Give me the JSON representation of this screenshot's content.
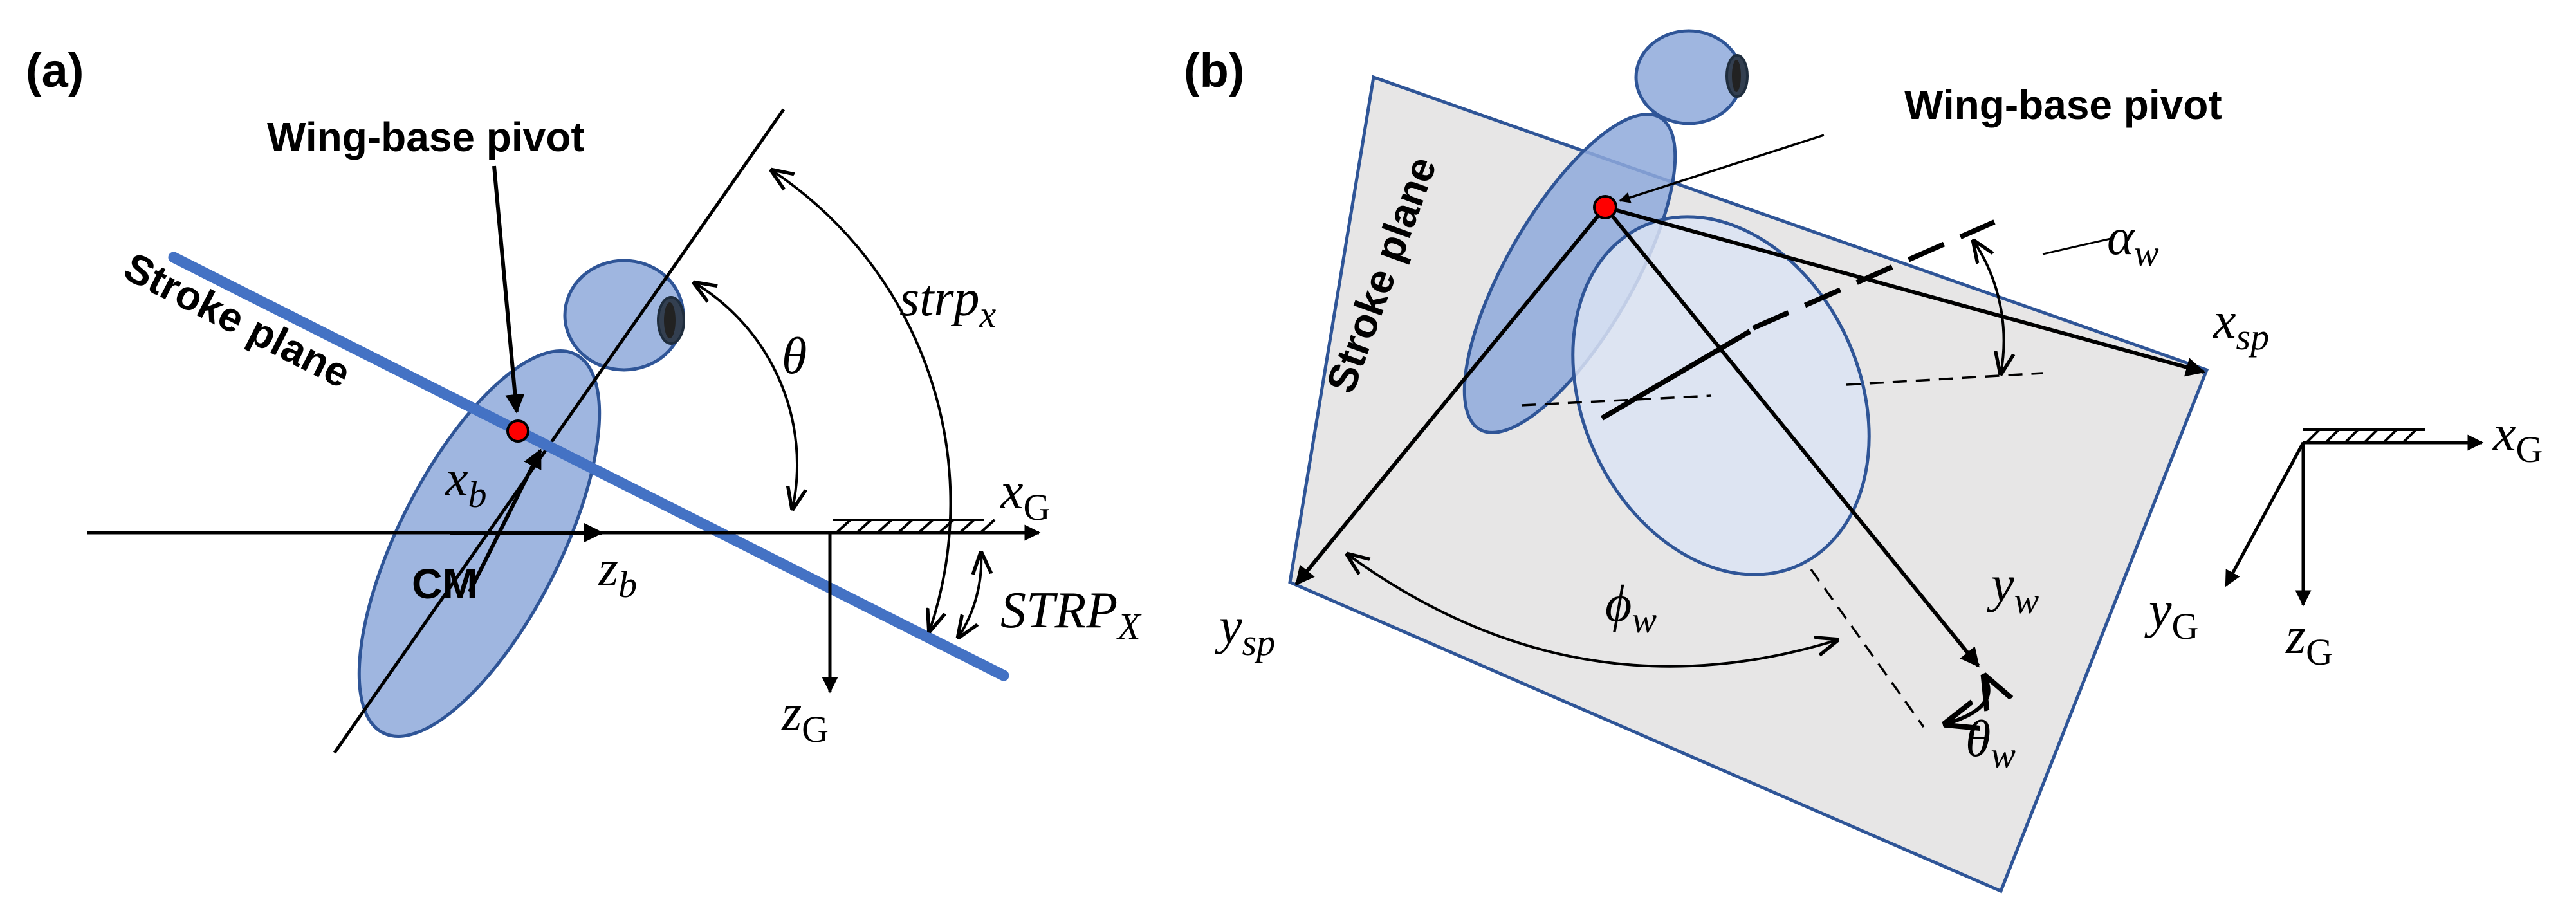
{
  "panels": {
    "a": {
      "label": "(a)",
      "wing_base_pivot": "Wing-base pivot",
      "stroke_plane": "Stroke plane",
      "cm": "CM",
      "theta": "θ",
      "strp_x": {
        "base": "strp",
        "sub": "x"
      },
      "STRP_X": {
        "base": "STRP",
        "sub": "X"
      },
      "x_b": {
        "base": "x",
        "sub": "b"
      },
      "z_b": {
        "base": "z",
        "sub": "b"
      },
      "x_G": {
        "base": "x",
        "sub": "G"
      },
      "z_G": {
        "base": "z",
        "sub": "G"
      }
    },
    "b": {
      "label": "(b)",
      "wing_base_pivot": "Wing-base pivot",
      "stroke_plane": "Stroke plane",
      "alpha_w": {
        "base": "α",
        "sub": "w"
      },
      "x_sp": {
        "base": "x",
        "sub": "sp"
      },
      "y_sp": {
        "base": "y",
        "sub": "sp"
      },
      "y_w": {
        "base": "y",
        "sub": "w"
      },
      "phi_w": {
        "base": "ϕ",
        "sub": "w"
      },
      "theta_w": {
        "base": "θ",
        "sub": "w"
      },
      "x_G": {
        "base": "x",
        "sub": "G"
      },
      "y_G": {
        "base": "y",
        "sub": "G"
      },
      "z_G": {
        "base": "z",
        "sub": "G"
      }
    }
  },
  "colors": {
    "body_fill": "#8ea9db",
    "body_stroke": "#2f5597",
    "wing_fill": "#dae3f3",
    "stroke_plane_line": "#4472c4",
    "plane_fill": "#e7e6e6",
    "plane_stroke": "#2f5597",
    "pivot": "#ff0000"
  }
}
